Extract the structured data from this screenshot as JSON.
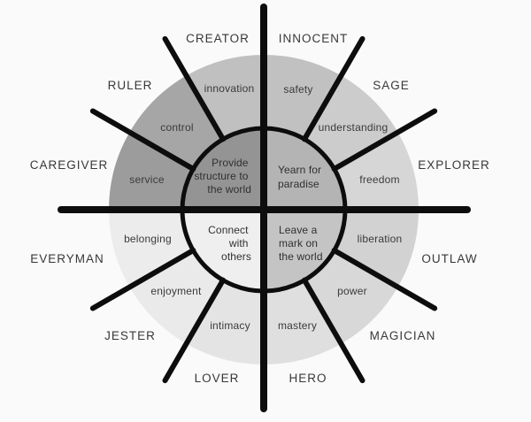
{
  "diagram": {
    "name": "Jungian brand archetype wheel",
    "colors": {
      "background": "#fafafa",
      "line": "#0d0d0d",
      "archetype_text": "#383838",
      "keyword_text": "#3a3a3a",
      "center_text": "#303030"
    },
    "sectors": {
      "innocent": {
        "archetype": "INNOCENT",
        "keyword": "safety",
        "color": "#c1c1c1"
      },
      "sage": {
        "archetype": "SAGE",
        "keyword": "understanding",
        "color": "#cccccc"
      },
      "explorer": {
        "archetype": "EXPLORER",
        "keyword": "freedom",
        "color": "#d6d6d6"
      },
      "outlaw": {
        "archetype": "OUTLAW",
        "keyword": "liberation",
        "color": "#d2d2d2"
      },
      "magician": {
        "archetype": "MAGICIAN",
        "keyword": "power",
        "color": "#d8d8d8"
      },
      "hero": {
        "archetype": "HERO",
        "keyword": "mastery",
        "color": "#dfdfdf"
      },
      "lover": {
        "archetype": "LOVER",
        "keyword": "intimacy",
        "color": "#e4e4e4"
      },
      "jester": {
        "archetype": "JESTER",
        "keyword": "enjoyment",
        "color": "#eaeaea"
      },
      "everyman": {
        "archetype": "EVERYMAN",
        "keyword": "belonging",
        "color": "#ececec"
      },
      "caregiver": {
        "archetype": "CAREGIVER",
        "keyword": "service",
        "color": "#9c9c9c"
      },
      "ruler": {
        "archetype": "RULER",
        "keyword": "control",
        "color": "#a6a6a6"
      },
      "creator": {
        "archetype": "CREATOR",
        "keyword": "innovation",
        "color": "#c0c0c0"
      }
    },
    "center": {
      "provide": {
        "color": "#949494",
        "lines": [
          "Provide",
          "structure to",
          "the world"
        ]
      },
      "yearn": {
        "color": "#b4b4b4",
        "lines": [
          "Yearn for",
          "paradise"
        ]
      },
      "connect": {
        "color": "#efefef",
        "lines": [
          "Connect",
          "with",
          "others"
        ]
      },
      "leave": {
        "color": "#c4c4c4",
        "lines": [
          "Leave a",
          "mark on",
          "the world"
        ]
      }
    }
  }
}
